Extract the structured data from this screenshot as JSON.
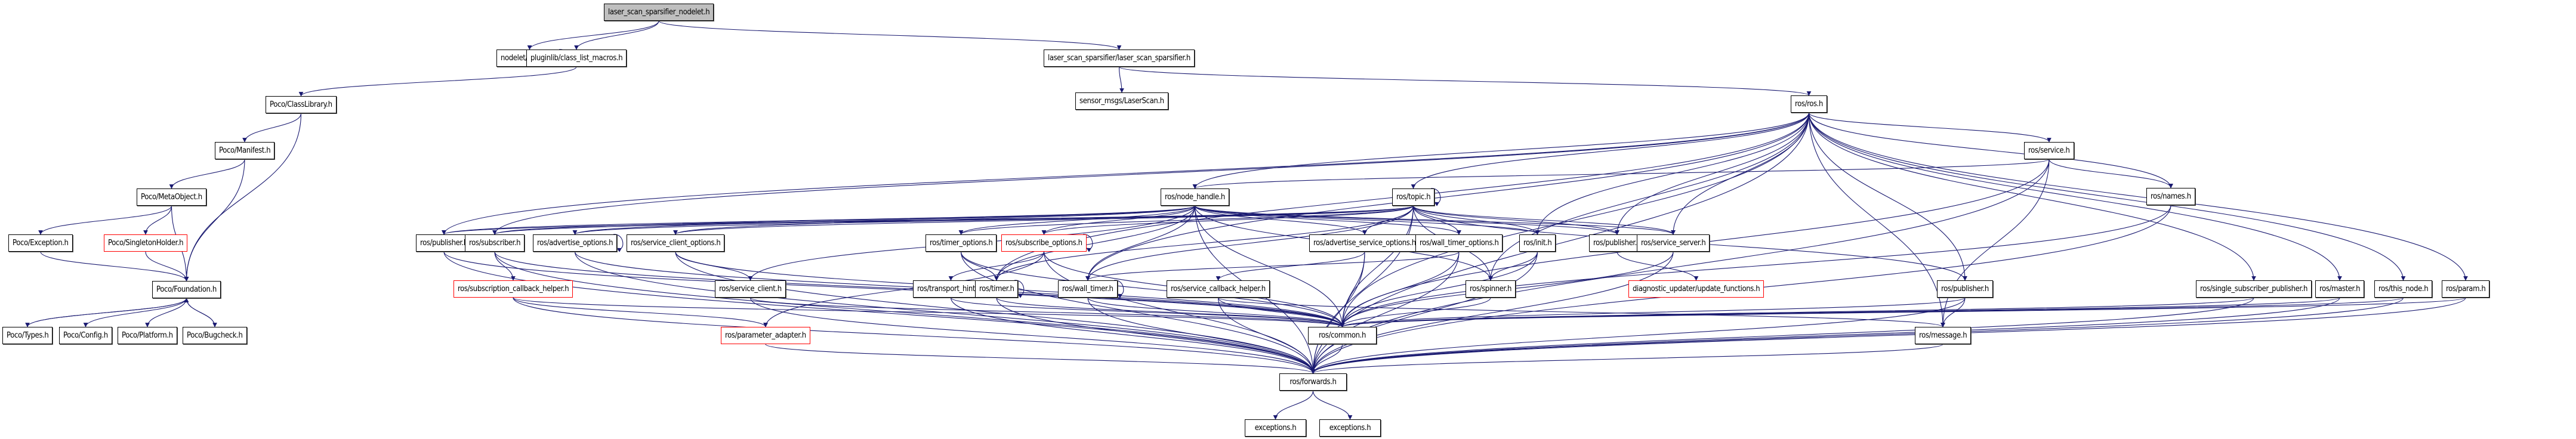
{
  "title": "laser_scan_sparsifier_nodelet.h include dependency graph",
  "colors": {
    "edge": "#191970",
    "root_fill": "#bfbfbf",
    "missing_border": "#ff0000",
    "node_border": "#000000"
  },
  "nodes": [
    {
      "id": "root",
      "label": "laser_scan_sparsifier_nodelet.h",
      "type": "root"
    },
    {
      "id": "nodelet",
      "label": "nodelet/nodelet.h",
      "type": "normal"
    },
    {
      "id": "classlist",
      "label": "pluginlib/class_list_macros.h",
      "type": "normal"
    },
    {
      "id": "lss",
      "label": "laser_scan_sparsifier/laser_scan_sparsifier.h",
      "type": "normal"
    },
    {
      "id": "laserscan",
      "label": "sensor_msgs/LaserScan.h",
      "type": "normal"
    },
    {
      "id": "classlib",
      "label": "Poco/ClassLibrary.h",
      "type": "normal"
    },
    {
      "id": "manifest",
      "label": "Poco/Manifest.h",
      "type": "normal"
    },
    {
      "id": "metaobj",
      "label": "Poco/MetaObject.h",
      "type": "normal"
    },
    {
      "id": "exception",
      "label": "Poco/Exception.h",
      "type": "normal"
    },
    {
      "id": "singleton",
      "label": "Poco/SingletonHolder.h",
      "type": "missing"
    },
    {
      "id": "foundation",
      "label": "Poco/Foundation.h",
      "type": "normal"
    },
    {
      "id": "types",
      "label": "Poco/Types.h",
      "type": "normal"
    },
    {
      "id": "config",
      "label": "Poco/Config.h",
      "type": "normal"
    },
    {
      "id": "platform",
      "label": "Poco/Platform.h",
      "type": "normal"
    },
    {
      "id": "bugcheck",
      "label": "Poco/Bugcheck.h",
      "type": "normal"
    },
    {
      "id": "ros",
      "label": "ros/ros.h",
      "type": "normal"
    },
    {
      "id": "service",
      "label": "ros/service.h",
      "type": "normal"
    },
    {
      "id": "names",
      "label": "ros/names.h",
      "type": "normal"
    },
    {
      "id": "nodehandle",
      "label": "ros/node_handle.h",
      "type": "normal"
    },
    {
      "id": "topic",
      "label": "ros/topic.h",
      "type": "normal"
    },
    {
      "id": "publisher1",
      "label": "ros/publisher.h",
      "type": "normal"
    },
    {
      "id": "subscriber",
      "label": "ros/subscriber.h",
      "type": "normal"
    },
    {
      "id": "advopts",
      "label": "ros/advertise_options.h",
      "type": "normal"
    },
    {
      "id": "srvclientopts",
      "label": "ros/service_client_options.h",
      "type": "normal"
    },
    {
      "id": "timeropts",
      "label": "ros/timer_options.h",
      "type": "normal"
    },
    {
      "id": "subopts",
      "label": "ros/subscribe_options.h",
      "type": "missing"
    },
    {
      "id": "advsrvopts",
      "label": "ros/advertise_service_options.h",
      "type": "normal"
    },
    {
      "id": "walltimeropts",
      "label": "ros/wall_timer_options.h",
      "type": "normal"
    },
    {
      "id": "init",
      "label": "ros/init.h",
      "type": "normal"
    },
    {
      "id": "publisher2",
      "label": "ros/publisher.h",
      "type": "normal"
    },
    {
      "id": "srvserver",
      "label": "ros/service_server.h",
      "type": "normal"
    },
    {
      "id": "subcbhelper",
      "label": "ros/subscription_callback_helper.h",
      "type": "missing"
    },
    {
      "id": "srvclient",
      "label": "ros/service_client.h",
      "type": "normal"
    },
    {
      "id": "transporthints",
      "label": "ros/transport_hints.h",
      "type": "normal"
    },
    {
      "id": "timer",
      "label": "ros/timer.h",
      "type": "normal"
    },
    {
      "id": "walltimer",
      "label": "ros/wall_timer.h",
      "type": "normal"
    },
    {
      "id": "srvcbhelper",
      "label": "ros/service_callback_helper.h",
      "type": "normal"
    },
    {
      "id": "spinner",
      "label": "ros/spinner.h",
      "type": "normal"
    },
    {
      "id": "diag",
      "label": "diagnostic_updater/update_functions.h",
      "type": "missing"
    },
    {
      "id": "publisher3",
      "label": "ros/publisher.h",
      "type": "normal"
    },
    {
      "id": "paramadapter",
      "label": "ros/parameter_adapter.h",
      "type": "missing"
    },
    {
      "id": "common",
      "label": "ros/common.h",
      "type": "normal"
    },
    {
      "id": "message",
      "label": "ros/message.h",
      "type": "normal"
    },
    {
      "id": "singlesubpub",
      "label": "ros/single_subscriber_publisher.h",
      "type": "normal"
    },
    {
      "id": "master",
      "label": "ros/master.h",
      "type": "normal"
    },
    {
      "id": "thisnode",
      "label": "ros/this_node.h",
      "type": "normal"
    },
    {
      "id": "param",
      "label": "ros/param.h",
      "type": "normal"
    },
    {
      "id": "forwards",
      "label": "ros/forwards.h",
      "type": "normal"
    },
    {
      "id": "exceptions1",
      "label": "exceptions.h",
      "type": "normal"
    },
    {
      "id": "exceptions2",
      "label": "exceptions.h",
      "type": "normal"
    }
  ],
  "edges": [
    [
      "root",
      "nodelet"
    ],
    [
      "root",
      "classlist"
    ],
    [
      "root",
      "lss"
    ],
    [
      "nodelet",
      "nodelet"
    ],
    [
      "classlist",
      "classlib"
    ],
    [
      "lss",
      "laserscan"
    ],
    [
      "lss",
      "ros"
    ],
    [
      "classlib",
      "manifest"
    ],
    [
      "classlib",
      "foundation"
    ],
    [
      "manifest",
      "metaobj"
    ],
    [
      "manifest",
      "foundation"
    ],
    [
      "metaobj",
      "exception"
    ],
    [
      "metaobj",
      "singleton"
    ],
    [
      "metaobj",
      "foundation"
    ],
    [
      "exception",
      "foundation"
    ],
    [
      "singleton",
      "foundation"
    ],
    [
      "foundation",
      "types"
    ],
    [
      "types",
      "foundation"
    ],
    [
      "foundation",
      "config"
    ],
    [
      "foundation",
      "platform"
    ],
    [
      "foundation",
      "bugcheck"
    ],
    [
      "bugcheck",
      "foundation"
    ],
    [
      "ros",
      "service"
    ],
    [
      "ros",
      "names"
    ],
    [
      "ros",
      "nodehandle"
    ],
    [
      "ros",
      "topic"
    ],
    [
      "ros",
      "publisher1"
    ],
    [
      "ros",
      "subscriber"
    ],
    [
      "ros",
      "init"
    ],
    [
      "ros",
      "publisher2"
    ],
    [
      "ros",
      "srvserver"
    ],
    [
      "ros",
      "publisher3"
    ],
    [
      "ros",
      "singlesubpub"
    ],
    [
      "ros",
      "master"
    ],
    [
      "ros",
      "thisnode"
    ],
    [
      "ros",
      "param"
    ],
    [
      "ros",
      "common"
    ],
    [
      "ros",
      "forwards"
    ],
    [
      "ros",
      "timer"
    ],
    [
      "ros",
      "walltimer"
    ],
    [
      "ros",
      "spinner"
    ],
    [
      "ros",
      "message"
    ],
    [
      "service",
      "names"
    ],
    [
      "service",
      "nodehandle"
    ],
    [
      "service",
      "common"
    ],
    [
      "service",
      "forwards"
    ],
    [
      "service",
      "message"
    ],
    [
      "names",
      "common"
    ],
    [
      "names",
      "forwards"
    ],
    [
      "nodehandle",
      "publisher1"
    ],
    [
      "nodehandle",
      "subscriber"
    ],
    [
      "nodehandle",
      "advopts"
    ],
    [
      "nodehandle",
      "srvclientopts"
    ],
    [
      "nodehandle",
      "timeropts"
    ],
    [
      "nodehandle",
      "subopts"
    ],
    [
      "nodehandle",
      "advsrvopts"
    ],
    [
      "nodehandle",
      "walltimeropts"
    ],
    [
      "nodehandle",
      "init"
    ],
    [
      "nodehandle",
      "publisher2"
    ],
    [
      "nodehandle",
      "srvserver"
    ],
    [
      "nodehandle",
      "srvclient"
    ],
    [
      "nodehandle",
      "timer"
    ],
    [
      "nodehandle",
      "walltimer"
    ],
    [
      "nodehandle",
      "spinner"
    ],
    [
      "nodehandle",
      "common"
    ],
    [
      "nodehandle",
      "forwards"
    ],
    [
      "topic",
      "topic"
    ],
    [
      "topic",
      "publisher1"
    ],
    [
      "topic",
      "subscriber"
    ],
    [
      "topic",
      "advopts"
    ],
    [
      "topic",
      "srvclientopts"
    ],
    [
      "topic",
      "timeropts"
    ],
    [
      "topic",
      "subopts"
    ],
    [
      "topic",
      "advsrvopts"
    ],
    [
      "topic",
      "walltimeropts"
    ],
    [
      "topic",
      "init"
    ],
    [
      "topic",
      "publisher2"
    ],
    [
      "topic",
      "srvserver"
    ],
    [
      "topic",
      "timer"
    ],
    [
      "topic",
      "walltimer"
    ],
    [
      "topic",
      "spinner"
    ],
    [
      "topic",
      "common"
    ],
    [
      "topic",
      "forwards"
    ],
    [
      "topic",
      "publisher3"
    ],
    [
      "publisher1",
      "common"
    ],
    [
      "publisher1",
      "forwards"
    ],
    [
      "subscriber",
      "subcbhelper"
    ],
    [
      "subscriber",
      "common"
    ],
    [
      "subscriber",
      "forwards"
    ],
    [
      "advopts",
      "advopts"
    ],
    [
      "advopts",
      "common"
    ],
    [
      "advopts",
      "forwards"
    ],
    [
      "srvclientopts",
      "srvclient"
    ],
    [
      "srvclientopts",
      "common"
    ],
    [
      "srvclientopts",
      "forwards"
    ],
    [
      "timeropts",
      "timer"
    ],
    [
      "timeropts",
      "common"
    ],
    [
      "timeropts",
      "forwards"
    ],
    [
      "subopts",
      "subopts"
    ],
    [
      "subopts",
      "transporthints"
    ],
    [
      "subopts",
      "common"
    ],
    [
      "subopts",
      "forwards"
    ],
    [
      "subopts",
      "paramadapter"
    ],
    [
      "advsrvopts",
      "srvcbhelper"
    ],
    [
      "advsrvopts",
      "common"
    ],
    [
      "advsrvopts",
      "forwards"
    ],
    [
      "walltimeropts",
      "walltimer"
    ],
    [
      "walltimeropts",
      "common"
    ],
    [
      "walltimeropts",
      "forwards"
    ],
    [
      "init",
      "spinner"
    ],
    [
      "init",
      "common"
    ],
    [
      "init",
      "forwards"
    ],
    [
      "publisher2",
      "diag"
    ],
    [
      "srvserver",
      "common"
    ],
    [
      "srvserver",
      "forwards"
    ],
    [
      "subcbhelper",
      "paramadapter"
    ],
    [
      "subcbhelper",
      "common"
    ],
    [
      "subcbhelper",
      "forwards"
    ],
    [
      "srvclient",
      "common"
    ],
    [
      "srvclient",
      "forwards"
    ],
    [
      "transporthints",
      "common"
    ],
    [
      "transporthints",
      "forwards"
    ],
    [
      "timer",
      "timer"
    ],
    [
      "timer",
      "common"
    ],
    [
      "timer",
      "forwards"
    ],
    [
      "walltimer",
      "walltimer"
    ],
    [
      "walltimer",
      "common"
    ],
    [
      "walltimer",
      "forwards"
    ],
    [
      "srvcbhelper",
      "common"
    ],
    [
      "srvcbhelper",
      "forwards"
    ],
    [
      "srvcbhelper",
      "message"
    ],
    [
      "spinner",
      "common"
    ],
    [
      "publisher3",
      "message"
    ],
    [
      "publisher3",
      "common"
    ],
    [
      "publisher3",
      "forwards"
    ],
    [
      "paramadapter",
      "forwards"
    ],
    [
      "common",
      "forwards"
    ],
    [
      "message",
      "forwards"
    ],
    [
      "singlesubpub",
      "common"
    ],
    [
      "singlesubpub",
      "forwards"
    ],
    [
      "master",
      "common"
    ],
    [
      "master",
      "forwards"
    ],
    [
      "thisnode",
      "common"
    ],
    [
      "thisnode",
      "forwards"
    ],
    [
      "param",
      "common"
    ],
    [
      "param",
      "forwards"
    ],
    [
      "forwards",
      "exceptions1"
    ],
    [
      "forwards",
      "exceptions2"
    ]
  ]
}
